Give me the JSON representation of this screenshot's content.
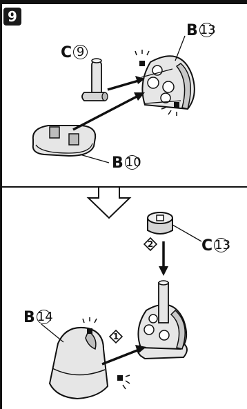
{
  "step_number": "9",
  "labels": {
    "top_c_letter": "C",
    "top_c_num": "9",
    "top_b1_letter": "B",
    "top_b1_num": "13",
    "top_b2_letter": "B",
    "top_b2_num": "10",
    "bot_c_letter": "C",
    "bot_c_num": "13",
    "bot_b_letter": "B",
    "bot_b_num": "14"
  },
  "order_markers": {
    "first": "1",
    "second": "2"
  },
  "colors": {
    "part_fill": "#e6e6e6",
    "part_shade": "#b9b9b9",
    "outline": "#111111"
  }
}
